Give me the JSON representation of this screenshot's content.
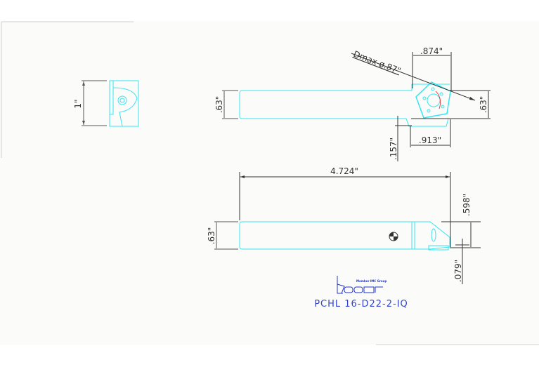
{
  "drawing": {
    "title": "PCHL 16-D22-2-IQ",
    "logo": {
      "name": "iscar-logo",
      "tagline": "Member IMC Group"
    },
    "colors": {
      "outline": "#33e6f0",
      "dimension": "#333333",
      "title": "#3344cc",
      "background": "#fbfcfa",
      "border": "#d0d0d0",
      "accent_red": "#e02020"
    },
    "end_view": {
      "dimensions": {
        "height": "1\""
      }
    },
    "top_view": {
      "dimensions": {
        "dmax": "Dmax ø.87\"",
        "head_width": ".874\"",
        "insert_offset": ".913\"",
        "shank_height_left": ".63\"",
        "shank_height_right": ".63\"",
        "step": ".157\""
      }
    },
    "side_view": {
      "dimensions": {
        "overall_length": "4.724\"",
        "shank_height": ".63\"",
        "tip_height": ".598\"",
        "tip_offset": ".079\""
      }
    }
  }
}
